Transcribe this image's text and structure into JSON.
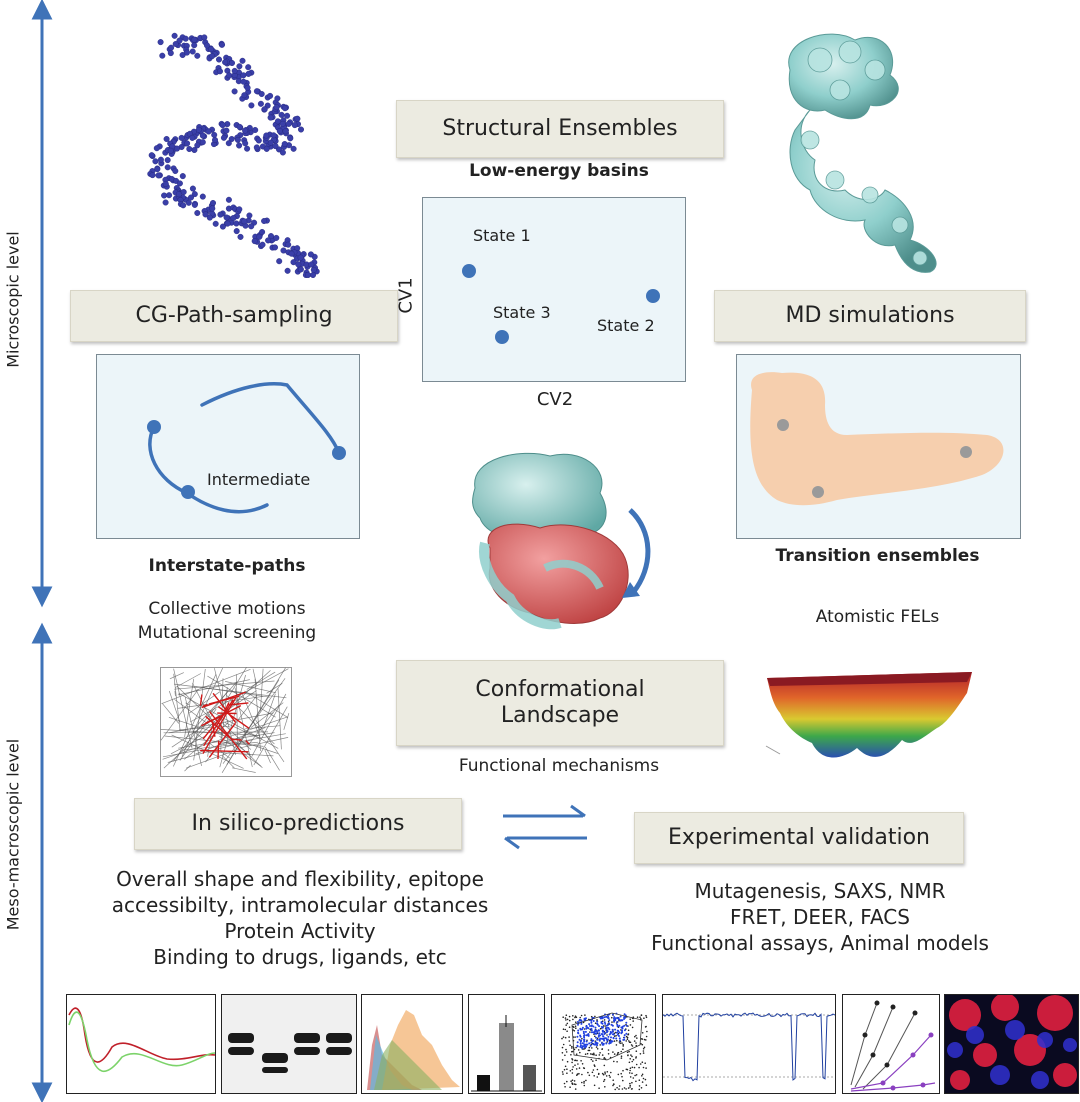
{
  "axis": {
    "microscopic": "Microscopic level",
    "meso": "Meso-macroscopic level"
  },
  "boxes": {
    "structural_ensembles": "Structural Ensembles",
    "cg_path": "CG-Path-sampling",
    "md_sim": "MD simulations",
    "landscape_line1": "Conformational",
    "landscape_line2": "Landscape",
    "in_silico": "In silico-predictions",
    "experimental": "Experimental validation"
  },
  "captions": {
    "low_energy": "Low-energy basins",
    "interstate": "Interstate-paths",
    "collective_1": "Collective motions",
    "collective_2": "Mutational screening",
    "transition": "Transition ensembles",
    "atomistic": "Atomistic FELs",
    "functional": "Functional mechanisms",
    "pred_1": "Overall shape and flexibility, epitope",
    "pred_2": "accessibilty, intramolecular distances",
    "pred_3": "Protein Activity",
    "pred_4": "Binding to drugs, ligands, etc",
    "exp_1": "Mutagenesis, SAXS, NMR",
    "exp_2": "FRET, DEER, FACS",
    "exp_3": "Functional assays, Animal models"
  },
  "states_panel": {
    "state1": "State 1",
    "state2": "State 2",
    "state3": "State 3",
    "cv1": "CV1",
    "cv2": "CV2"
  },
  "path_panel": {
    "intermediate": "Intermediate"
  },
  "colors": {
    "accent_blue": "#3f73b8",
    "panel_bg": "#ecf5f9",
    "tag_bg": "#ecebe1",
    "protein_blue": "#3a3fa8",
    "protein_cyan": "#8fcfcc",
    "protein_red": "#e06a6a",
    "fel_peach": "#f6cfae"
  }
}
